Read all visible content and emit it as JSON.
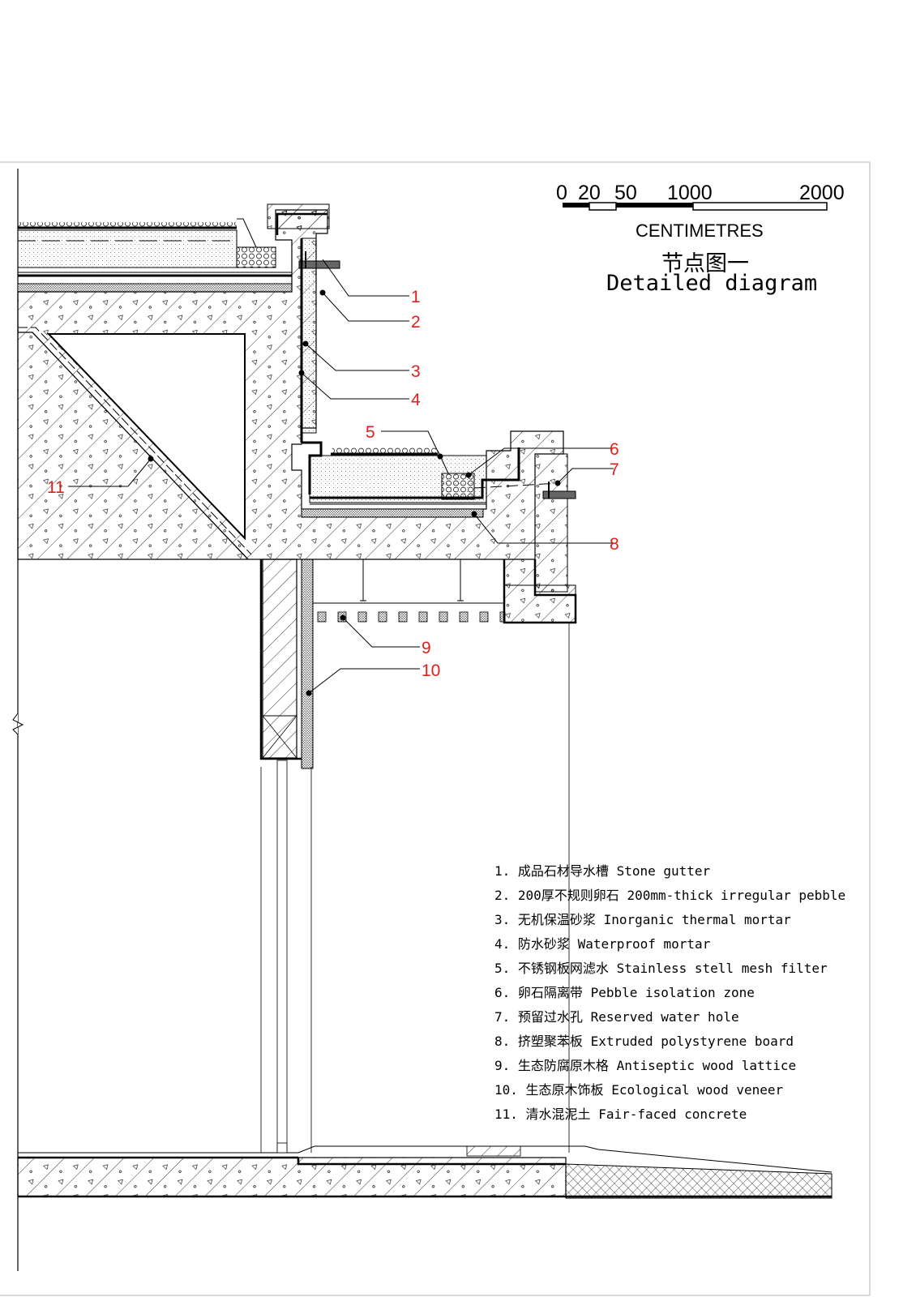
{
  "scale_bar": {
    "ticks": [
      "0",
      "20",
      "50",
      "1000",
      "2000"
    ],
    "units": "CENTIMETRES"
  },
  "title": {
    "zh": "节点图一",
    "en": "Detailed diagram"
  },
  "colors": {
    "callout": "#e0201b",
    "line": "#000000",
    "frame": "#b4b4b4"
  },
  "callouts": [
    "1",
    "2",
    "3",
    "4",
    "5",
    "6",
    "7",
    "8",
    "9",
    "10",
    "11"
  ],
  "legend": [
    {
      "num": "1.",
      "zh": "成品石材导水槽",
      "en": "Stone gutter"
    },
    {
      "num": "2.",
      "zh": "200厚不规则卵石",
      "en": "200mm-thick irregular pebble"
    },
    {
      "num": "3.",
      "zh": "无机保温砂浆",
      "en": "Inorganic thermal mortar"
    },
    {
      "num": "4.",
      "zh": "防水砂浆",
      "en": "Waterproof mortar"
    },
    {
      "num": "5.",
      "zh": "不锈钢板网滤水",
      "en": "Stainless stell mesh filter"
    },
    {
      "num": "6.",
      "zh": "卵石隔离带",
      "en": "Pebble isolation zone"
    },
    {
      "num": "7.",
      "zh": "预留过水孔",
      "en": "Reserved water hole"
    },
    {
      "num": "8.",
      "zh": "挤塑聚苯板",
      "en": "Extruded polystyrene board"
    },
    {
      "num": "9.",
      "zh": "生态防腐原木格",
      "en": "Antiseptic wood lattice"
    },
    {
      "num": "10.",
      "zh": "生态原木饰板",
      "en": "Ecological wood veneer"
    },
    {
      "num": "11.",
      "zh": "清水混泥土",
      "en": "Fair-faced concrete"
    }
  ]
}
